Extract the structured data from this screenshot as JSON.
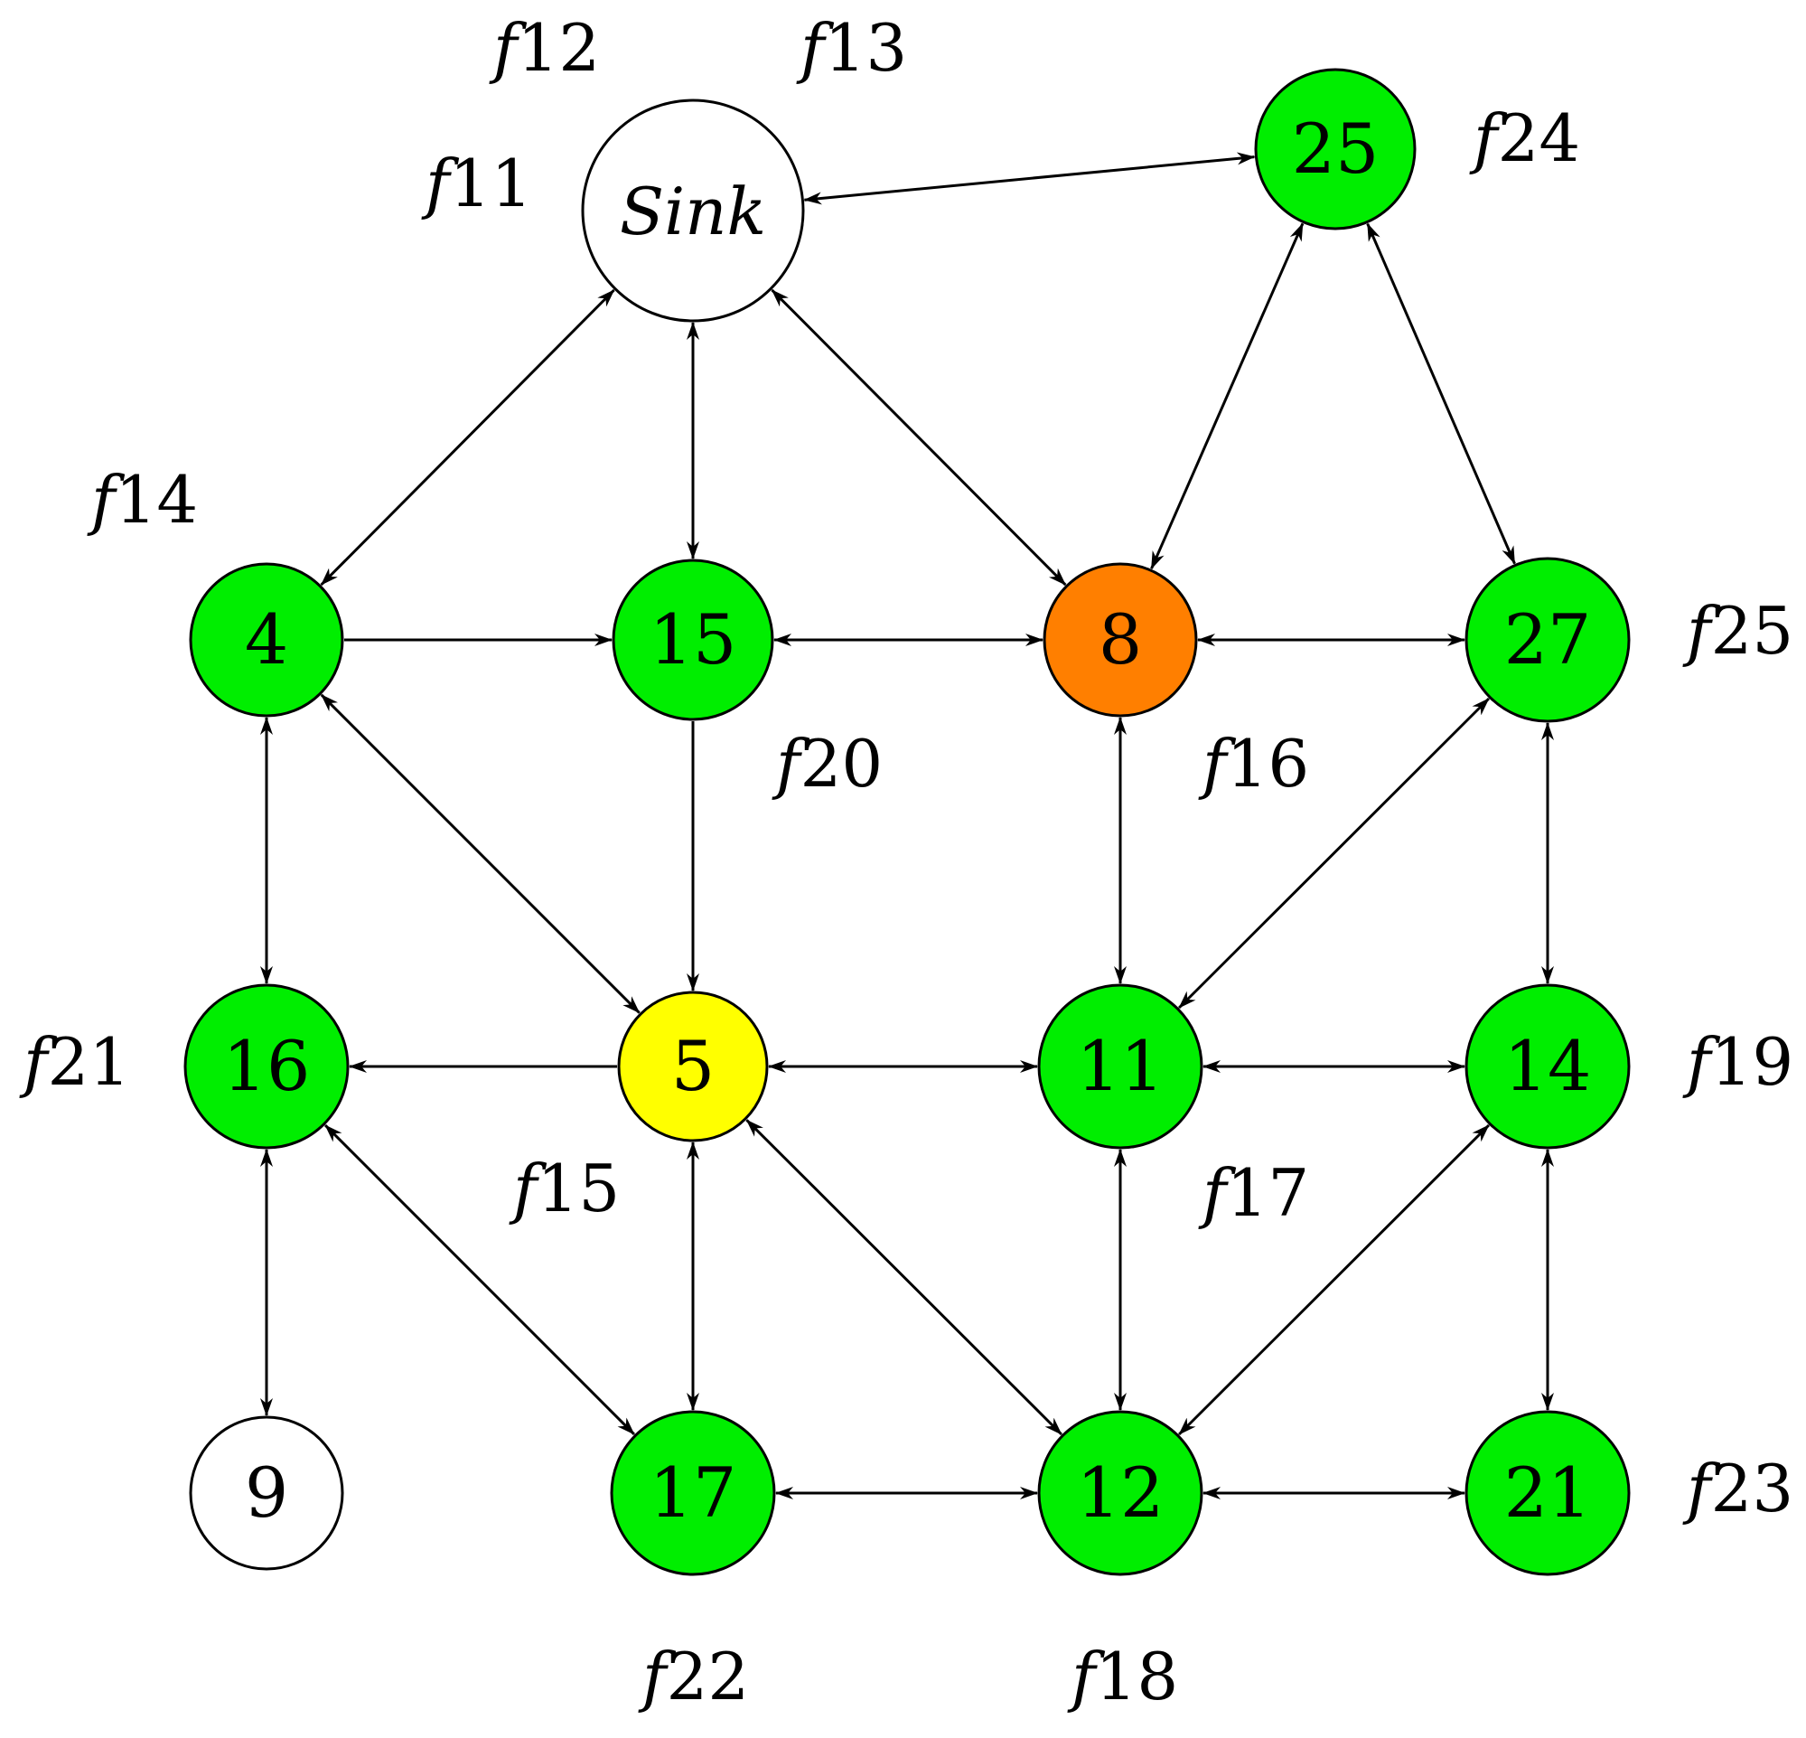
{
  "colors": {
    "green": "#00ee00",
    "orange": "#ff7f00",
    "yellow": "#ffff00",
    "white": "#ffffff",
    "line": "#000000"
  },
  "nodes": [
    {
      "id": "sink",
      "label": "Sink",
      "color": "white"
    },
    {
      "id": "n25",
      "label": "25",
      "color": "green"
    },
    {
      "id": "n4",
      "label": "4",
      "color": "green"
    },
    {
      "id": "n15",
      "label": "15",
      "color": "green"
    },
    {
      "id": "n8",
      "label": "8",
      "color": "orange"
    },
    {
      "id": "n27",
      "label": "27",
      "color": "green"
    },
    {
      "id": "n16",
      "label": "16",
      "color": "green"
    },
    {
      "id": "n5",
      "label": "5",
      "color": "yellow"
    },
    {
      "id": "n11",
      "label": "11",
      "color": "green"
    },
    {
      "id": "n14",
      "label": "14",
      "color": "green"
    },
    {
      "id": "n9",
      "label": "9",
      "color": "white"
    },
    {
      "id": "n17",
      "label": "17",
      "color": "green"
    },
    {
      "id": "n12",
      "label": "12",
      "color": "green"
    },
    {
      "id": "n21",
      "label": "21",
      "color": "green"
    }
  ],
  "edges": [
    {
      "from": "sink",
      "to": "n25",
      "direction": "both"
    },
    {
      "from": "sink",
      "to": "n4",
      "direction": "both"
    },
    {
      "from": "sink",
      "to": "n15",
      "direction": "both"
    },
    {
      "from": "sink",
      "to": "n8",
      "direction": "both"
    },
    {
      "from": "n25",
      "to": "n8",
      "direction": "both"
    },
    {
      "from": "n25",
      "to": "n27",
      "direction": "both"
    },
    {
      "from": "n4",
      "to": "n15",
      "direction": "forward"
    },
    {
      "from": "n15",
      "to": "n8",
      "direction": "both"
    },
    {
      "from": "n8",
      "to": "n27",
      "direction": "both"
    },
    {
      "from": "n4",
      "to": "n16",
      "direction": "both"
    },
    {
      "from": "n4",
      "to": "n5",
      "direction": "both"
    },
    {
      "from": "n15",
      "to": "n5",
      "direction": "forward"
    },
    {
      "from": "n8",
      "to": "n11",
      "direction": "both"
    },
    {
      "from": "n27",
      "to": "n11",
      "direction": "both"
    },
    {
      "from": "n27",
      "to": "n14",
      "direction": "both"
    },
    {
      "from": "n5",
      "to": "n16",
      "direction": "forward"
    },
    {
      "from": "n5",
      "to": "n11",
      "direction": "both"
    },
    {
      "from": "n11",
      "to": "n14",
      "direction": "both"
    },
    {
      "from": "n16",
      "to": "n9",
      "direction": "both"
    },
    {
      "from": "n16",
      "to": "n17",
      "direction": "both"
    },
    {
      "from": "n5",
      "to": "n17",
      "direction": "both"
    },
    {
      "from": "n5",
      "to": "n12",
      "direction": "both"
    },
    {
      "from": "n11",
      "to": "n12",
      "direction": "both"
    },
    {
      "from": "n14",
      "to": "n12",
      "direction": "both"
    },
    {
      "from": "n14",
      "to": "n21",
      "direction": "both"
    },
    {
      "from": "n17",
      "to": "n12",
      "direction": "both"
    },
    {
      "from": "n12",
      "to": "n21",
      "direction": "both"
    }
  ],
  "face_labels": [
    {
      "id": "f11",
      "prefix": "f",
      "number": "11"
    },
    {
      "id": "f12",
      "prefix": "f",
      "number": "12"
    },
    {
      "id": "f13",
      "prefix": "f",
      "number": "13"
    },
    {
      "id": "f24",
      "prefix": "f",
      "number": "24"
    },
    {
      "id": "f14",
      "prefix": "f",
      "number": "14"
    },
    {
      "id": "f25",
      "prefix": "f",
      "number": "25"
    },
    {
      "id": "f20",
      "prefix": "f",
      "number": "20"
    },
    {
      "id": "f16",
      "prefix": "f",
      "number": "16"
    },
    {
      "id": "f21",
      "prefix": "f",
      "number": "21"
    },
    {
      "id": "f19",
      "prefix": "f",
      "number": "19"
    },
    {
      "id": "f15",
      "prefix": "f",
      "number": "15"
    },
    {
      "id": "f17",
      "prefix": "f",
      "number": "17"
    },
    {
      "id": "f23",
      "prefix": "f",
      "number": "23"
    },
    {
      "id": "f22",
      "prefix": "f",
      "number": "22"
    },
    {
      "id": "f18",
      "prefix": "f",
      "number": "18"
    }
  ]
}
